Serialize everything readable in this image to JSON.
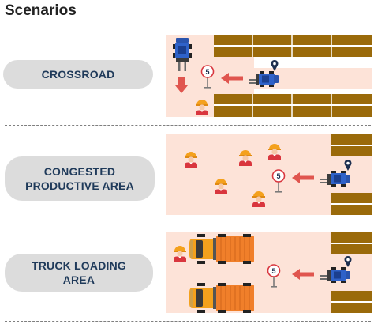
{
  "header": {
    "title": "Scenarios"
  },
  "scenarios": [
    {
      "label_lines": [
        "CROSSROAD"
      ]
    },
    {
      "label_lines": [
        "CONGESTED",
        "PRODUCTIVE AREA"
      ]
    },
    {
      "label_lines": [
        "TRUCK LOADING",
        "AREA"
      ]
    }
  ],
  "speed_sign": {
    "value": "5"
  },
  "colors": {
    "zone_fill": "#fde3d8",
    "racking": "#9a6a0a",
    "arrow": "#e0554e",
    "forklift_blue": "#2f62c9",
    "truck_orange": "#f07f2a",
    "label_text": "#1f3a5a"
  },
  "icons": [
    "forklift-icon",
    "worker-icon",
    "speed-sign-icon",
    "location-pin-icon",
    "arrow-left-icon",
    "arrow-down-icon",
    "truck-icon",
    "racking-shelf"
  ]
}
